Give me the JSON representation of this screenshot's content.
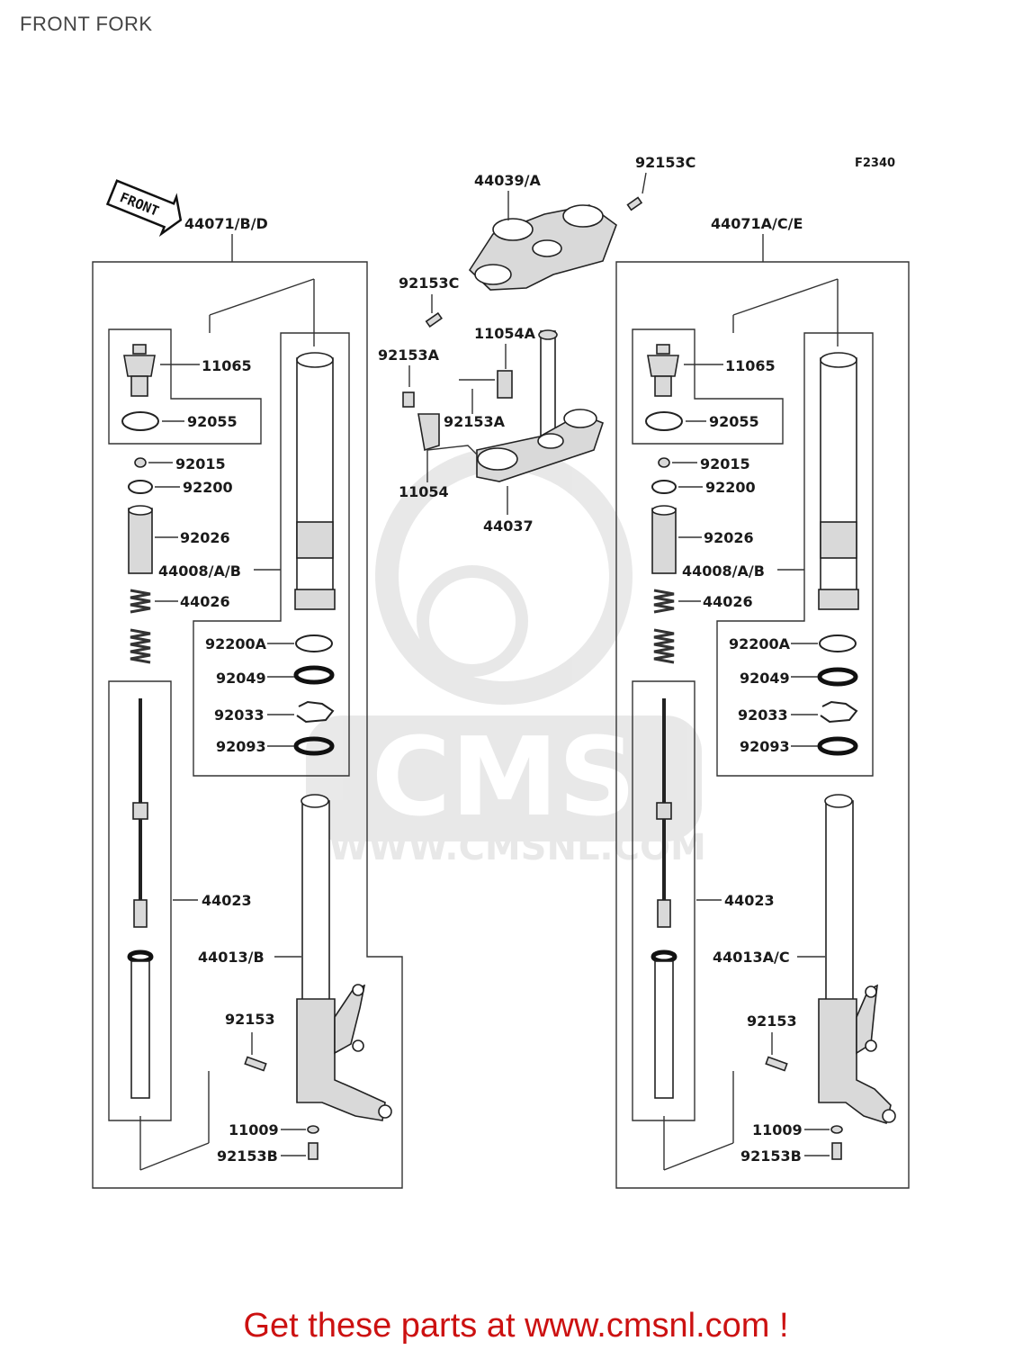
{
  "title": "FRONT FORK",
  "figure_code": "F2340",
  "front_tag": "FRONT",
  "watermark": {
    "brand": "CMS",
    "url": "WWW.CMSNL.COM"
  },
  "footer": "Get these parts at www.cmsnl.com !",
  "center": {
    "upper_bracket": "44039/A",
    "bolt_top": "92153C",
    "bolt_left": "92153C",
    "stem_bracket_a": "11054A",
    "bolt_a1": "92153A",
    "bolt_a2": "92153A",
    "stem_bracket": "11054",
    "lower_bracket": "44037"
  },
  "left": {
    "assembly": "44071/B/D",
    "cap": "11065",
    "oring": "92055",
    "nut": "92015",
    "ring": "92200",
    "spacer": "92026",
    "tube": "44008/A/B",
    "spring": "44026",
    "ring_a": "92200A",
    "oil_seal": "92049",
    "circlip": "92033",
    "dust_seal": "92093",
    "cylinder": "44023",
    "outer_tube": "44013/B",
    "bolt": "92153",
    "gasket": "11009",
    "bolt_b": "92153B"
  },
  "right": {
    "assembly": "44071A/C/E",
    "cap": "11065",
    "oring": "92055",
    "nut": "92015",
    "ring": "92200",
    "spacer": "92026",
    "tube": "44008/A/B",
    "spring": "44026",
    "ring_a": "92200A",
    "oil_seal": "92049",
    "circlip": "92033",
    "dust_seal": "92093",
    "cylinder": "44023",
    "outer_tube": "44013A/C",
    "bolt": "92153",
    "gasket": "11009",
    "bolt_b": "92153B"
  }
}
